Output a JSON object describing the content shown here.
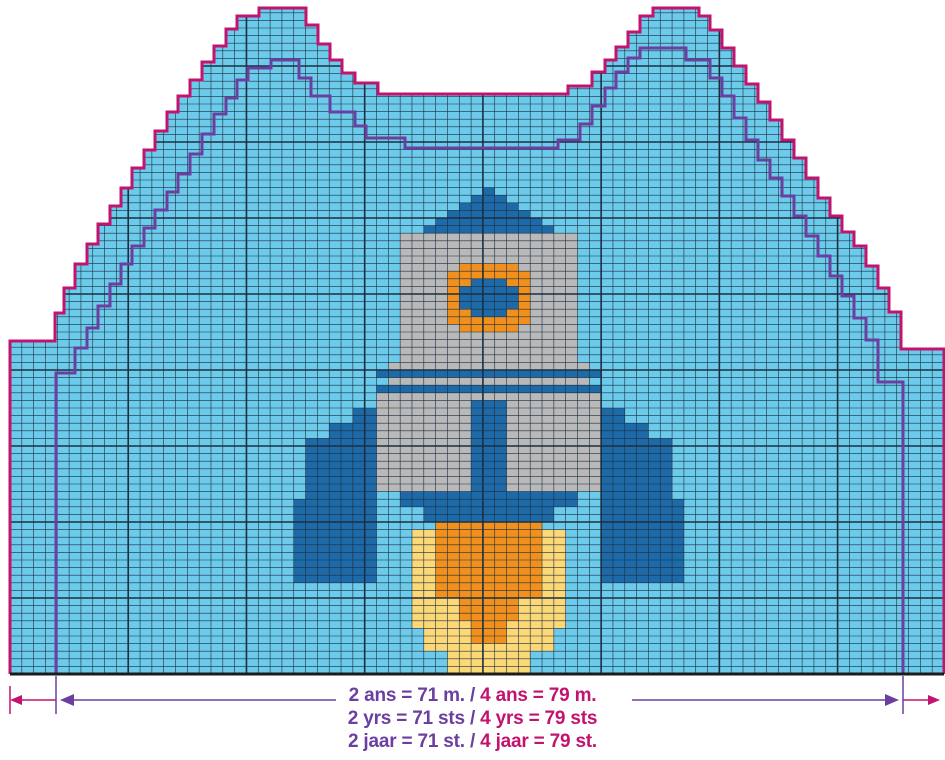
{
  "colors": {
    "background_blue": "#6ccbea",
    "grid_line": "#1b2f40",
    "rocket_grey": "#b9b9b9",
    "rocket_blue": "#1e6aa8",
    "flame_orange": "#f2901e",
    "flame_yellow": "#fcd877",
    "outline_large_size": "#c2136e",
    "outline_small_size": "#6b3fa0"
  },
  "labels": {
    "line1": {
      "size_a": "2 ans = 71 m.",
      "sep": " / ",
      "size_b": "4 ans = 79 m."
    },
    "line2": {
      "size_a": "2 yrs = 71 sts",
      "sep": " / ",
      "size_b": "4 yrs = 79 sts"
    },
    "line3": {
      "size_a": "2 jaar = 71 st.",
      "sep": " / ",
      "size_b": "4 jaar = 79 st."
    }
  }
}
